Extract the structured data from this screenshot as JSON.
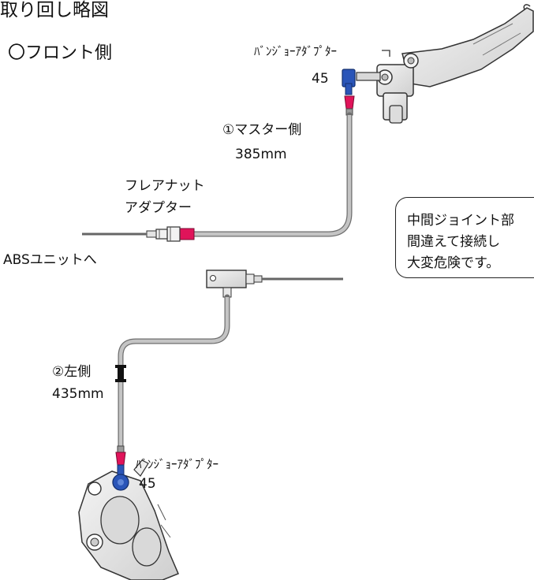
{
  "title": "取り回し略図",
  "section": "〇フロント側",
  "labels": {
    "banjo_top": "ﾊﾞﾝｼﾞｮｰｱﾀﾞﾌﾟﾀｰ",
    "banjo_top_size": "45",
    "master_side": "①マスター側",
    "master_length": "385mm",
    "flare_nut_line1": "フレアナット",
    "flare_nut_line2": "アダプター",
    "abs_unit": "ABSユニットへ",
    "left_side": "②左側",
    "left_length": "435mm",
    "banjo_bottom": "ﾊﾞﾝｼﾞｮｰｱﾀﾞﾌﾟﾀｰ",
    "banjo_bottom_size": "45"
  },
  "warning": {
    "line1": "中間ジョイント部",
    "line2": "間違えて接続し",
    "line3": "大変危険です。"
  },
  "colors": {
    "hose": "#c4c4c4",
    "hose_outline": "#6e6e6e",
    "banjo_blue": "#2a55b8",
    "fitting_pink": "#e0145a",
    "clamp_black": "#111111",
    "part_gray": "#e8e8e8"
  }
}
